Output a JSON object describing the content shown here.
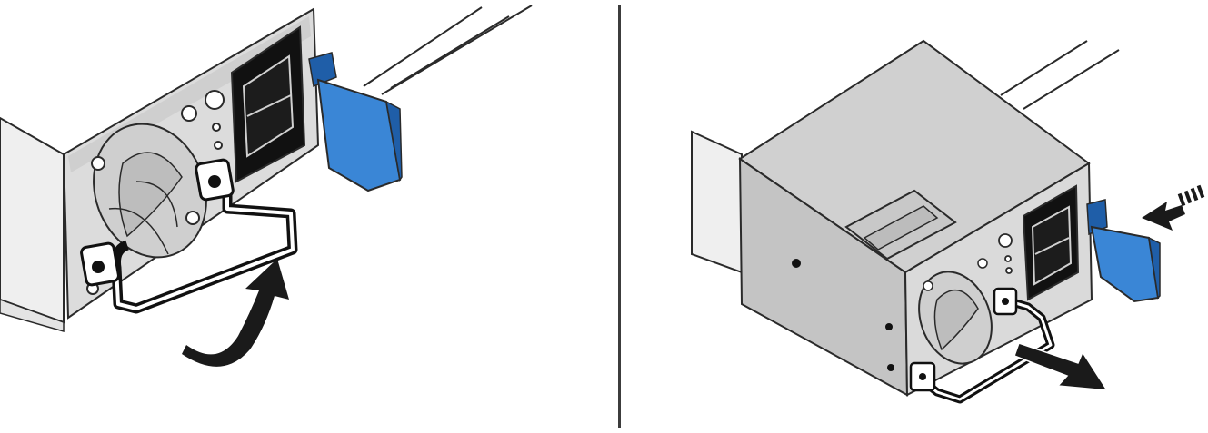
{
  "figure": {
    "panels": [
      {
        "id": "step-1",
        "action": "lift-handle",
        "icons": [
          "psu-fan-icon",
          "power-connector-icon",
          "release-latch",
          "handle",
          "curved-arrow-icon"
        ]
      },
      {
        "id": "step-2",
        "action": "press-latch-and-pull",
        "icons": [
          "psu-module",
          "release-latch",
          "push-arrow-icon",
          "pull-arrow-icon"
        ]
      }
    ],
    "colors": {
      "latch": "#3a86d6",
      "latch_dark": "#1f5ea8",
      "metal": "#d9d9d9",
      "metal_dark": "#bdbdbd",
      "outline": "#2a2a2a",
      "connector": "#111111",
      "arrow": "#1a1a1a",
      "divider": "#3c3c3c"
    }
  }
}
